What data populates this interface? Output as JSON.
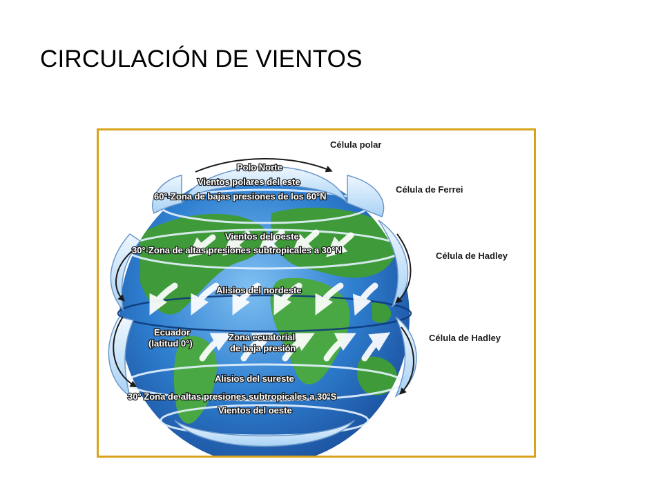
{
  "slide": {
    "title": "CIRCULACIÓN DE VIENTOS"
  },
  "diagram": {
    "cells": {
      "polar": "Célula polar",
      "ferrel": "Célula de Ferrei",
      "hadley_north": "Célula de Hadley",
      "hadley_south": "Célula de Hadley"
    },
    "zones": {
      "north_pole": "Polo Norte",
      "polar_easterlies": "Vientos polares del este",
      "low_60n": "60°-Zona de bajas presiones de los 60°N",
      "westerlies_north": "Vientos del oeste",
      "high_30n": "30°-Zona de altas presiones subtropicales a 30°N",
      "ne_trades": "Alisios del nordeste",
      "equator_line1": "Ecuador",
      "equator_line2": "(latitud 0°)",
      "itcz_line1": "Zona ecuatorial",
      "itcz_line2": "de baja presión",
      "se_trades": "Alisios del sureste",
      "high_30s": "30° Zona de altas presiones subtropicales a 30°S",
      "westerlies_south": "Vientos del oeste"
    },
    "colors": {
      "frame": "#d9a21b",
      "ocean": "#2f7fd0",
      "land": "#3f9a3a",
      "cell_loop": "#cfe6fb",
      "arrow": "#ffffff"
    }
  }
}
